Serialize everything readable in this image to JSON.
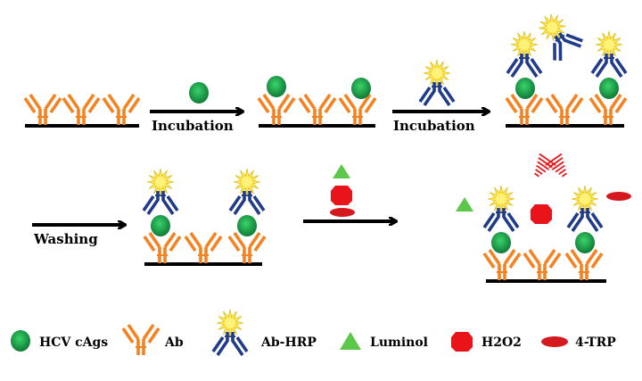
{
  "steps": {
    "incubation_1": "Incubation",
    "incubation_2": "Incubation",
    "washing": "Washing"
  },
  "legend": {
    "hcv": "HCV cAgs",
    "ab": "Ab",
    "ab_hrp": "Ab-HRP",
    "luminol": "Luminol",
    "h2o2": "H2O2",
    "trp": "4-TRP"
  },
  "colors": {
    "antibody": "#f58220",
    "hrp_antibody": "#1f3b8a",
    "antigen": "#1a9c4a",
    "hrp_star": "#ffe54c",
    "luminol": "#5cc84a",
    "h2o2": "#e8141a",
    "trp": "#d41a1f",
    "light_ray": "#e8141a"
  }
}
